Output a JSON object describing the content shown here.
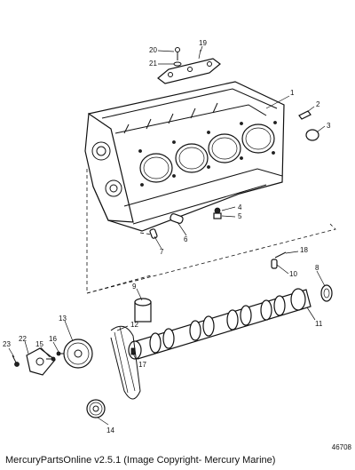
{
  "callouts": {
    "c1": "1",
    "c2": "2",
    "c3": "3",
    "c4": "4",
    "c5": "5",
    "c6": "6",
    "c7": "7",
    "c8": "8",
    "c9": "9",
    "c10": "10",
    "c11": "11",
    "c12": "12",
    "c13": "13",
    "c14": "14",
    "c15": "15",
    "c16": "16",
    "c17": "17",
    "c18": "18",
    "c19": "19",
    "c20": "20",
    "c21": "21",
    "c22": "22",
    "c23": "23"
  },
  "figure_id": "46708",
  "footer_text": "MercuryPartsOnline v2.5.1 (Image Copyright- Mercury Marine)"
}
